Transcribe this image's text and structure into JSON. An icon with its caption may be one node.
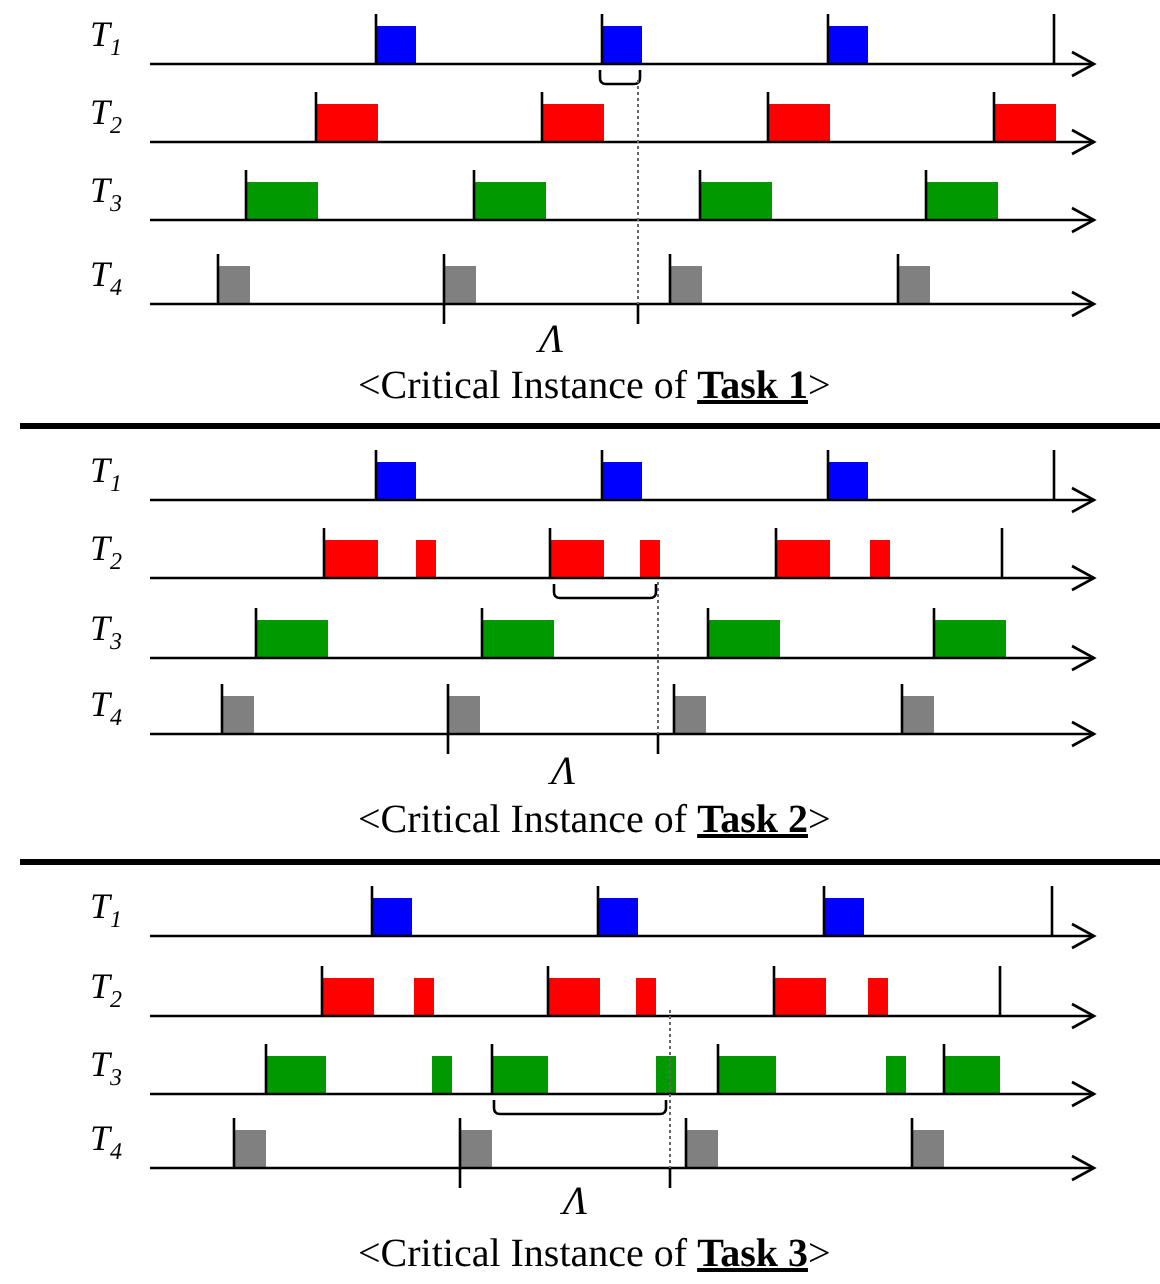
{
  "diagram": {
    "labels": [
      "T$_{1}$",
      "T$_{2}$",
      "T$_{3}$",
      "T$_{4}$",
      "Λ",
      "<Critical Instance of **Task 1**>",
      "T$_{1}$",
      "T$_{2}$",
      "T$_{3}$",
      "T$_{4}$",
      "Λ",
      "<Critical Instance of **Task 2**>",
      "T$_{1}$",
      "T$_{2}$",
      "T$_{3}$",
      "T$_{4}$",
      "Λ",
      "<Critical Instance of **Task 3**>"
    ]
  }
}
